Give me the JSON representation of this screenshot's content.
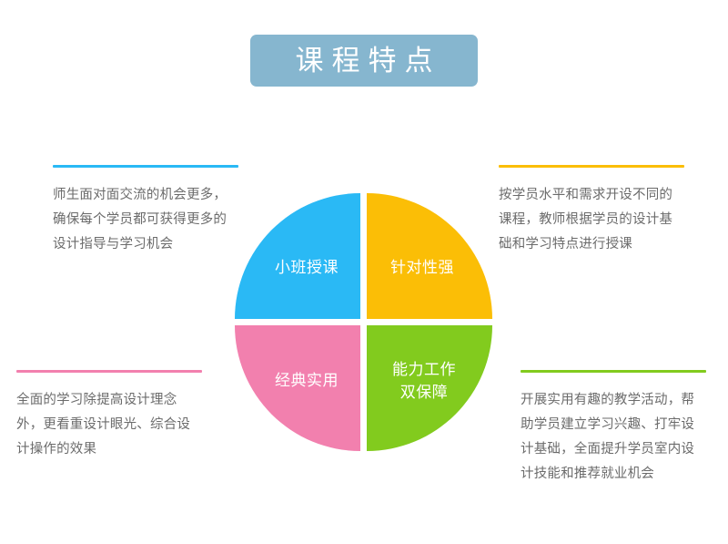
{
  "page": {
    "background_color": "#ffffff",
    "title": "课程特点"
  },
  "header": {
    "title": "课程特点",
    "box_color": "#86b6cf",
    "text_color": "#ffffff"
  },
  "wheel": {
    "quadrants": [
      {
        "key": "top-left",
        "label": "小班授课",
        "color": "#2ab9f5"
      },
      {
        "key": "top-right",
        "label": "针对性强",
        "color": "#fbbe06"
      },
      {
        "key": "bottom-left",
        "label": "经典实用",
        "color": "#f280ae"
      },
      {
        "key": "bottom-right",
        "label": "能力工作\n双保障",
        "color": "#82cb1e"
      }
    ]
  },
  "features": [
    {
      "key": "small-class",
      "rule_color": "#2ab9f5",
      "text": "师生面对面交流的机会更多，确保每个学员都可获得更多的设计指导与学习机会"
    },
    {
      "key": "targeted",
      "rule_color": "#fbbe06",
      "text": "按学员水平和需求开设不同的课程，教师根据学员的设计基础和学习特点进行授课"
    },
    {
      "key": "classic-practical",
      "rule_color": "#f280ae",
      "text": "全面的学习除提高设计理念外，更看重设计眼光、综合设计操作的效果"
    },
    {
      "key": "ability-job",
      "rule_color": "#82cb1e",
      "text": "开展实用有趣的教学活动，帮助学员建立学习兴趣、打牢设计基础，全面提升学员室内设计技能和推荐就业机会"
    }
  ]
}
